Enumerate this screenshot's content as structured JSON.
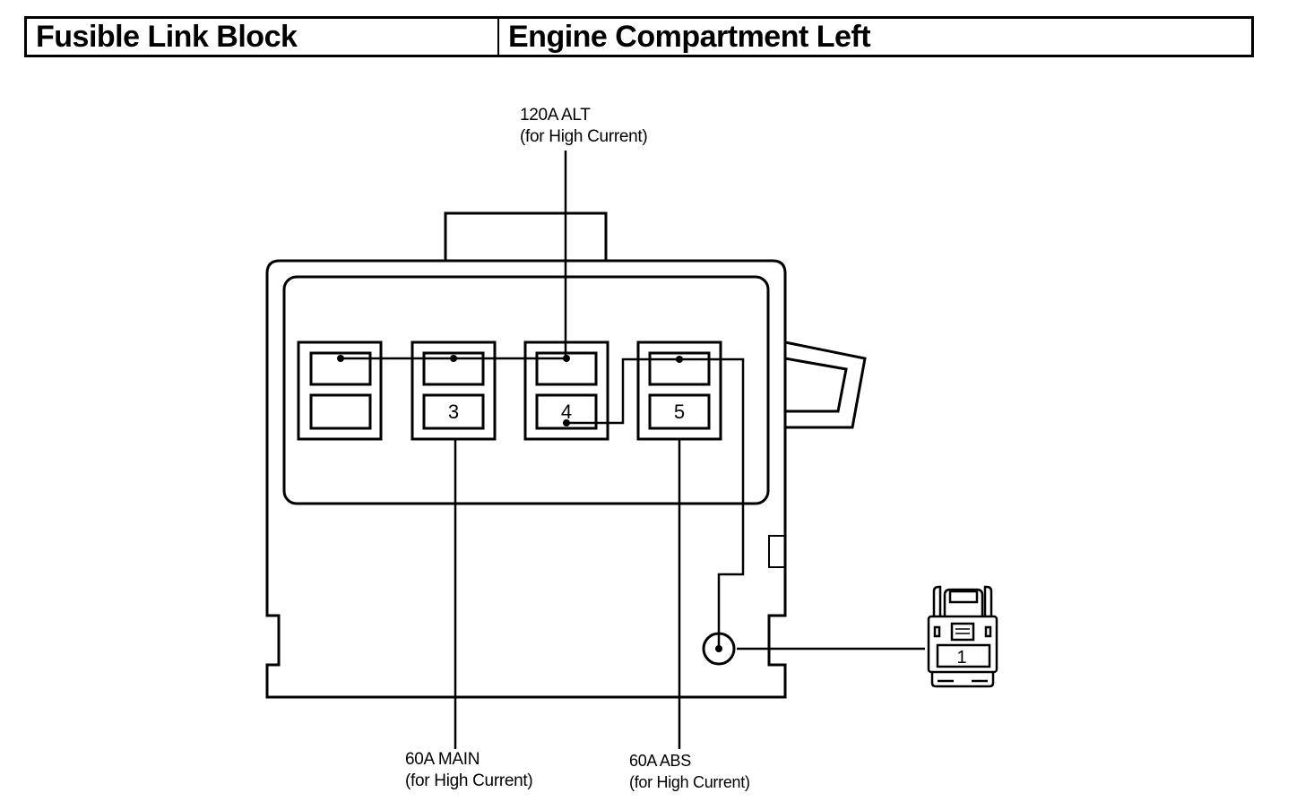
{
  "header": {
    "component": "Fusible Link Block",
    "location": "Engine Compartment Left"
  },
  "fuses": [
    {
      "id": "fuse-1",
      "number": ""
    },
    {
      "id": "fuse-3",
      "number": "3"
    },
    {
      "id": "fuse-4",
      "number": "4"
    },
    {
      "id": "fuse-5",
      "number": "5"
    }
  ],
  "callouts": {
    "alt": {
      "line1": "120A ALT",
      "line2": "(for High Current)"
    },
    "main": {
      "line1": "60A MAIN",
      "line2": "(for High Current)"
    },
    "abs": {
      "line1": "60A ABS",
      "line2": "(for High Current)"
    }
  },
  "connector": {
    "pin": "1"
  }
}
